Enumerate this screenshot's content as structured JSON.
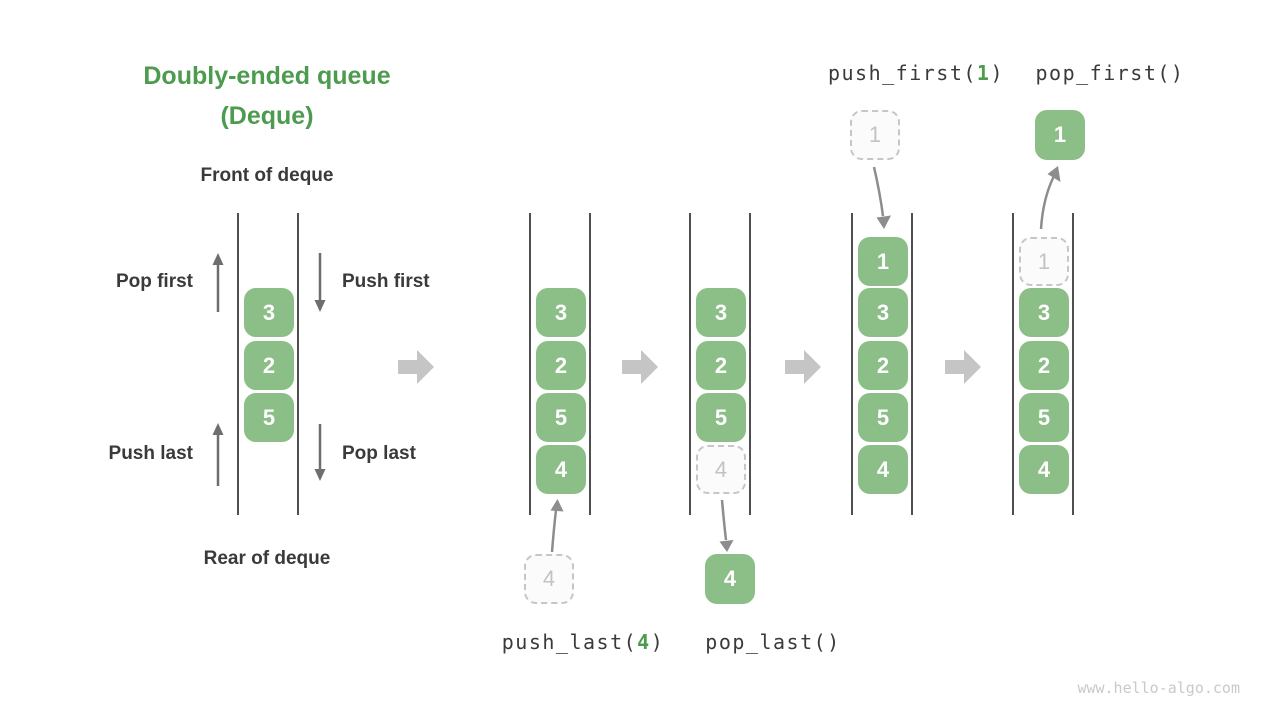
{
  "page": {
    "watermark": "www.hello-algo.com"
  },
  "title": {
    "line1": "Doubly-ended queue",
    "line2": "(Deque)"
  },
  "deque_labels": {
    "front": "Front of deque",
    "rear": "Rear of deque",
    "pop_first": "Pop first",
    "push_first": "Push first",
    "push_last": "Push last",
    "pop_last": "Pop last"
  },
  "operations": {
    "push_last": {
      "prefix": "push_last(",
      "arg": "4",
      "suffix": ")"
    },
    "pop_last": {
      "label": "pop_last()"
    },
    "push_first": {
      "prefix": "push_first(",
      "arg": "1",
      "suffix": ")"
    },
    "pop_first": {
      "label": "pop_first()"
    }
  },
  "queues": [
    {
      "id": "initial",
      "cells": [
        {
          "v": "3"
        },
        {
          "v": "2"
        },
        {
          "v": "5"
        }
      ]
    },
    {
      "id": "push-last-result",
      "cells": [
        {
          "v": "3"
        },
        {
          "v": "2"
        },
        {
          "v": "5"
        },
        {
          "v": "4"
        }
      ],
      "incoming": "4"
    },
    {
      "id": "pop-last-result",
      "cells": [
        {
          "v": "3"
        },
        {
          "v": "2"
        },
        {
          "v": "5"
        },
        {
          "v": "4",
          "ghost": true
        }
      ],
      "outgoing": "4"
    },
    {
      "id": "push-first-result",
      "cells": [
        {
          "v": "1"
        },
        {
          "v": "3"
        },
        {
          "v": "2"
        },
        {
          "v": "5"
        },
        {
          "v": "4"
        }
      ],
      "incoming": "1"
    },
    {
      "id": "pop-first-result",
      "cells": [
        {
          "v": "1",
          "ghost": true
        },
        {
          "v": "3"
        },
        {
          "v": "2"
        },
        {
          "v": "5"
        },
        {
          "v": "4"
        }
      ],
      "outgoing": "1"
    }
  ],
  "colors": {
    "accent_green": "#4c9b4f",
    "cell_green": "#8cbe87",
    "ghost_gray": "#c6c6c6",
    "big_arrow_gray": "#c5c5c5",
    "small_arrow_gray": "#6e6e6e",
    "text_dark": "#3a3a3a"
  }
}
